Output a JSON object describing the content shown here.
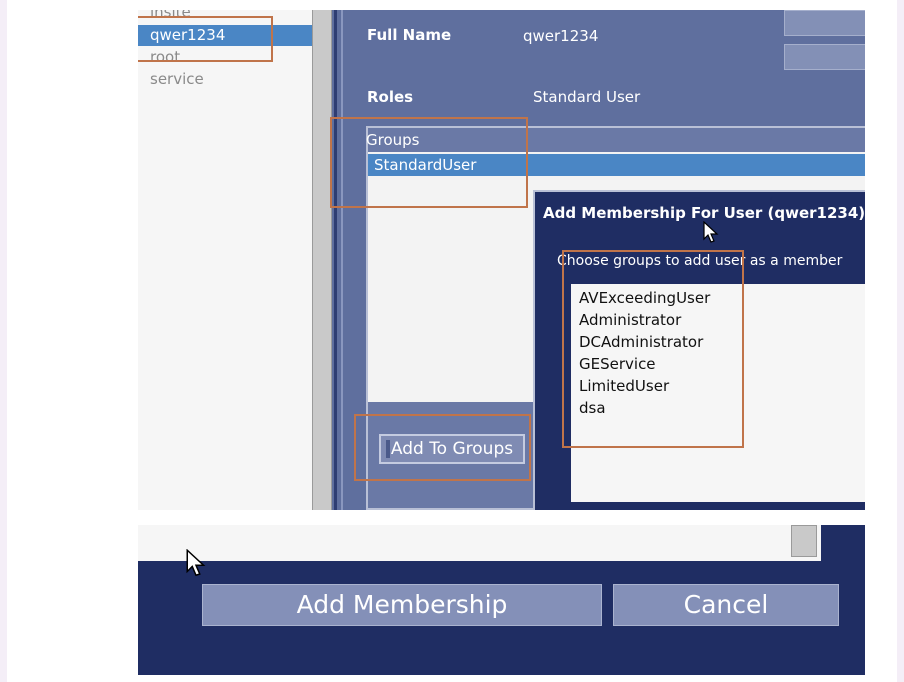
{
  "users": {
    "items": [
      "insite",
      "qwer1234",
      "root",
      "service"
    ],
    "selected": "qwer1234"
  },
  "details": {
    "full_name_label": "Full Name",
    "full_name_value": "qwer1234",
    "roles_label": "Roles",
    "roles_value": "Standard User",
    "groups_label": "Groups",
    "groups": [
      "StandardUser"
    ]
  },
  "add_to_groups_button": "Add To Groups",
  "dialog": {
    "title": "Add Membership For User (qwer1234)",
    "prompt": "Choose groups to add user as a member",
    "options": [
      "AVExceedingUser",
      "Administrator",
      "DCAdministrator",
      "GEService",
      "LimitedUser",
      "dsa"
    ]
  },
  "footer": {
    "add_membership_button": "Add Membership",
    "cancel_button": "Cancel"
  },
  "colors": {
    "selection": "#4a86c5",
    "dialog_background": "#1f2d63",
    "panel_background": "#5f6f9e",
    "annotation": "#c0744a"
  }
}
